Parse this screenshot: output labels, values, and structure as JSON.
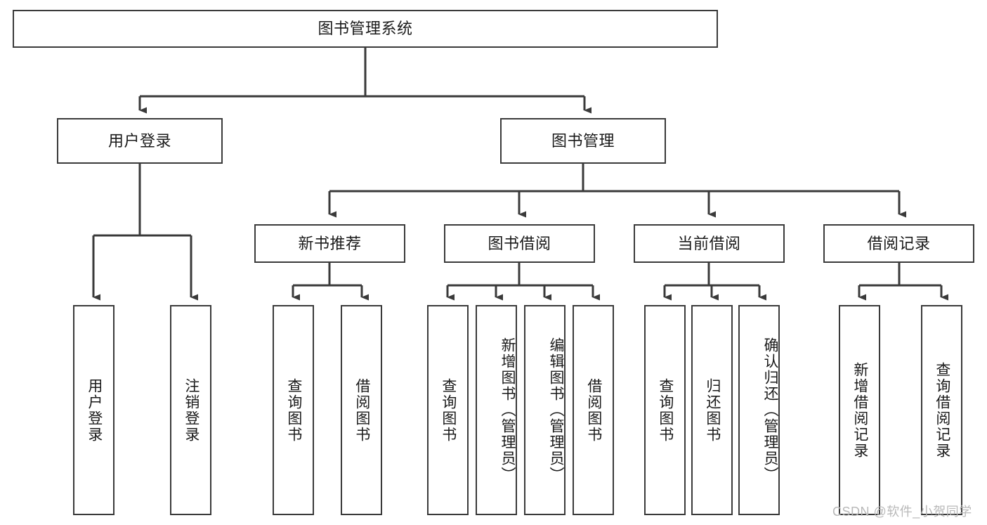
{
  "diagram": {
    "title": "图书管理系统",
    "watermark": "CSDN @软件_小贺同学",
    "edge_color": "#3a3a3a",
    "box_border_color": "#3a3a3a",
    "text_color": "#1a1a1a",
    "background": "#ffffff"
  },
  "levels": {
    "root": {
      "label": "图书管理系统"
    },
    "level2": [
      {
        "label": "用户登录"
      },
      {
        "label": "图书管理"
      }
    ],
    "level3": [
      {
        "label": "新书推荐"
      },
      {
        "label": "图书借阅"
      },
      {
        "label": "当前借阅"
      },
      {
        "label": "借阅记录"
      }
    ],
    "leaves": {
      "user_login": [
        {
          "label": "用户登录"
        },
        {
          "label": "注销登录"
        }
      ],
      "new_book": [
        {
          "label": "查询图书"
        },
        {
          "label": "借阅图书"
        }
      ],
      "book_borrow": [
        {
          "label": "查询图书"
        },
        {
          "label": "新增图书（管理员）"
        },
        {
          "label": "编辑图书（管理员）"
        },
        {
          "label": "借阅图书"
        }
      ],
      "current_borrow": [
        {
          "label": "查询图书"
        },
        {
          "label": "归还图书"
        },
        {
          "label": "确认归还（管理员）"
        }
      ],
      "borrow_record": [
        {
          "label": "新增借阅记录"
        },
        {
          "label": "查询借阅记录"
        }
      ]
    }
  }
}
